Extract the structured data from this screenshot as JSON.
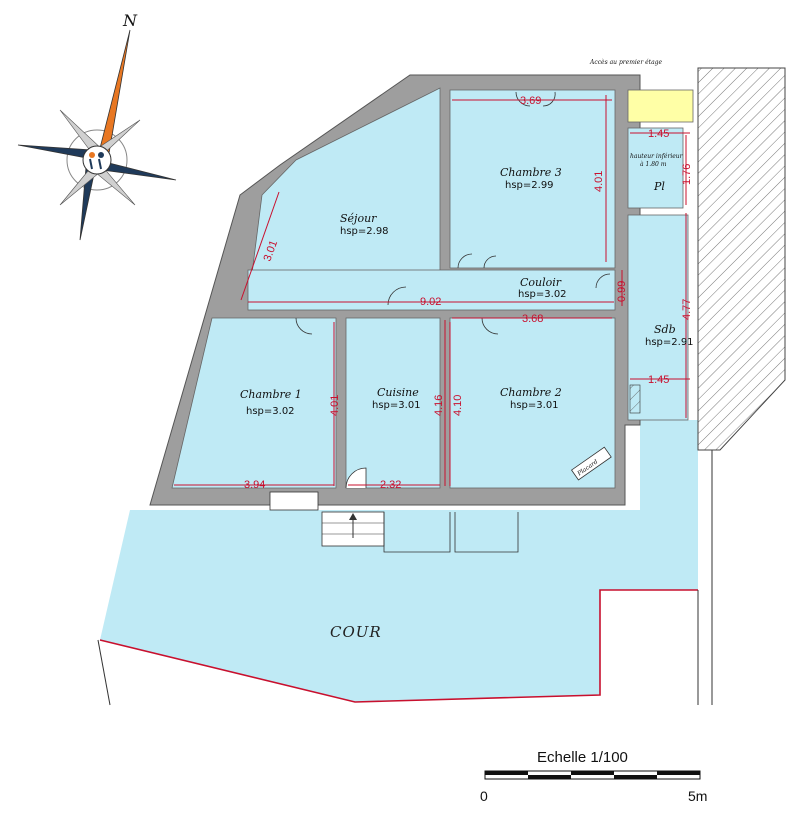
{
  "plan": {
    "rooms": [
      {
        "name": "Séjour",
        "hsp": "hsp=2.98"
      },
      {
        "name": "Chambre 3",
        "hsp": "hsp=2.99"
      },
      {
        "name": "Couloir",
        "hsp": "hsp=3.02"
      },
      {
        "name": "Chambre 1",
        "hsp": "hsp=3.02"
      },
      {
        "name": "Cuisine",
        "hsp": "hsp=3.01"
      },
      {
        "name": "Chambre 2",
        "hsp": "hsp=3.01"
      },
      {
        "name": "Sdb",
        "hsp": "hsp=2.91"
      },
      {
        "name": "Pl",
        "hsp": ""
      }
    ],
    "dimensions": {
      "chambre3_width": "3.69",
      "chambre3_height": "4.01",
      "sejour_side": "3.01",
      "couloir_length": "9.02",
      "couloir_width": "0.99",
      "chambre2_width": "3.68",
      "chambre2_height": "4.10",
      "cuisine_height": "4.16",
      "cuisine_width": "2.32",
      "chambre1_height": "4.01",
      "chambre1_width": "3.94",
      "pl_width": "1.45",
      "pl_height": "1.76",
      "sdb_width": "1.45",
      "sdb_height": "4.77"
    },
    "annotations": {
      "stairs_note": "Accès au premier étage",
      "height_note_1": "hauteur inférieur",
      "height_note_2": "à 1.80 m",
      "placard": "Placard"
    },
    "courtyard": "COUR"
  },
  "compass": {
    "north": "N"
  },
  "scale": {
    "title": "Echelle 1/100",
    "start": "0",
    "end": "5m"
  },
  "colors": {
    "room_fill": "#bfeaf5",
    "wall": "#9e9e9e",
    "dimension": "#c8102e",
    "yellow": "#ffffa6"
  }
}
